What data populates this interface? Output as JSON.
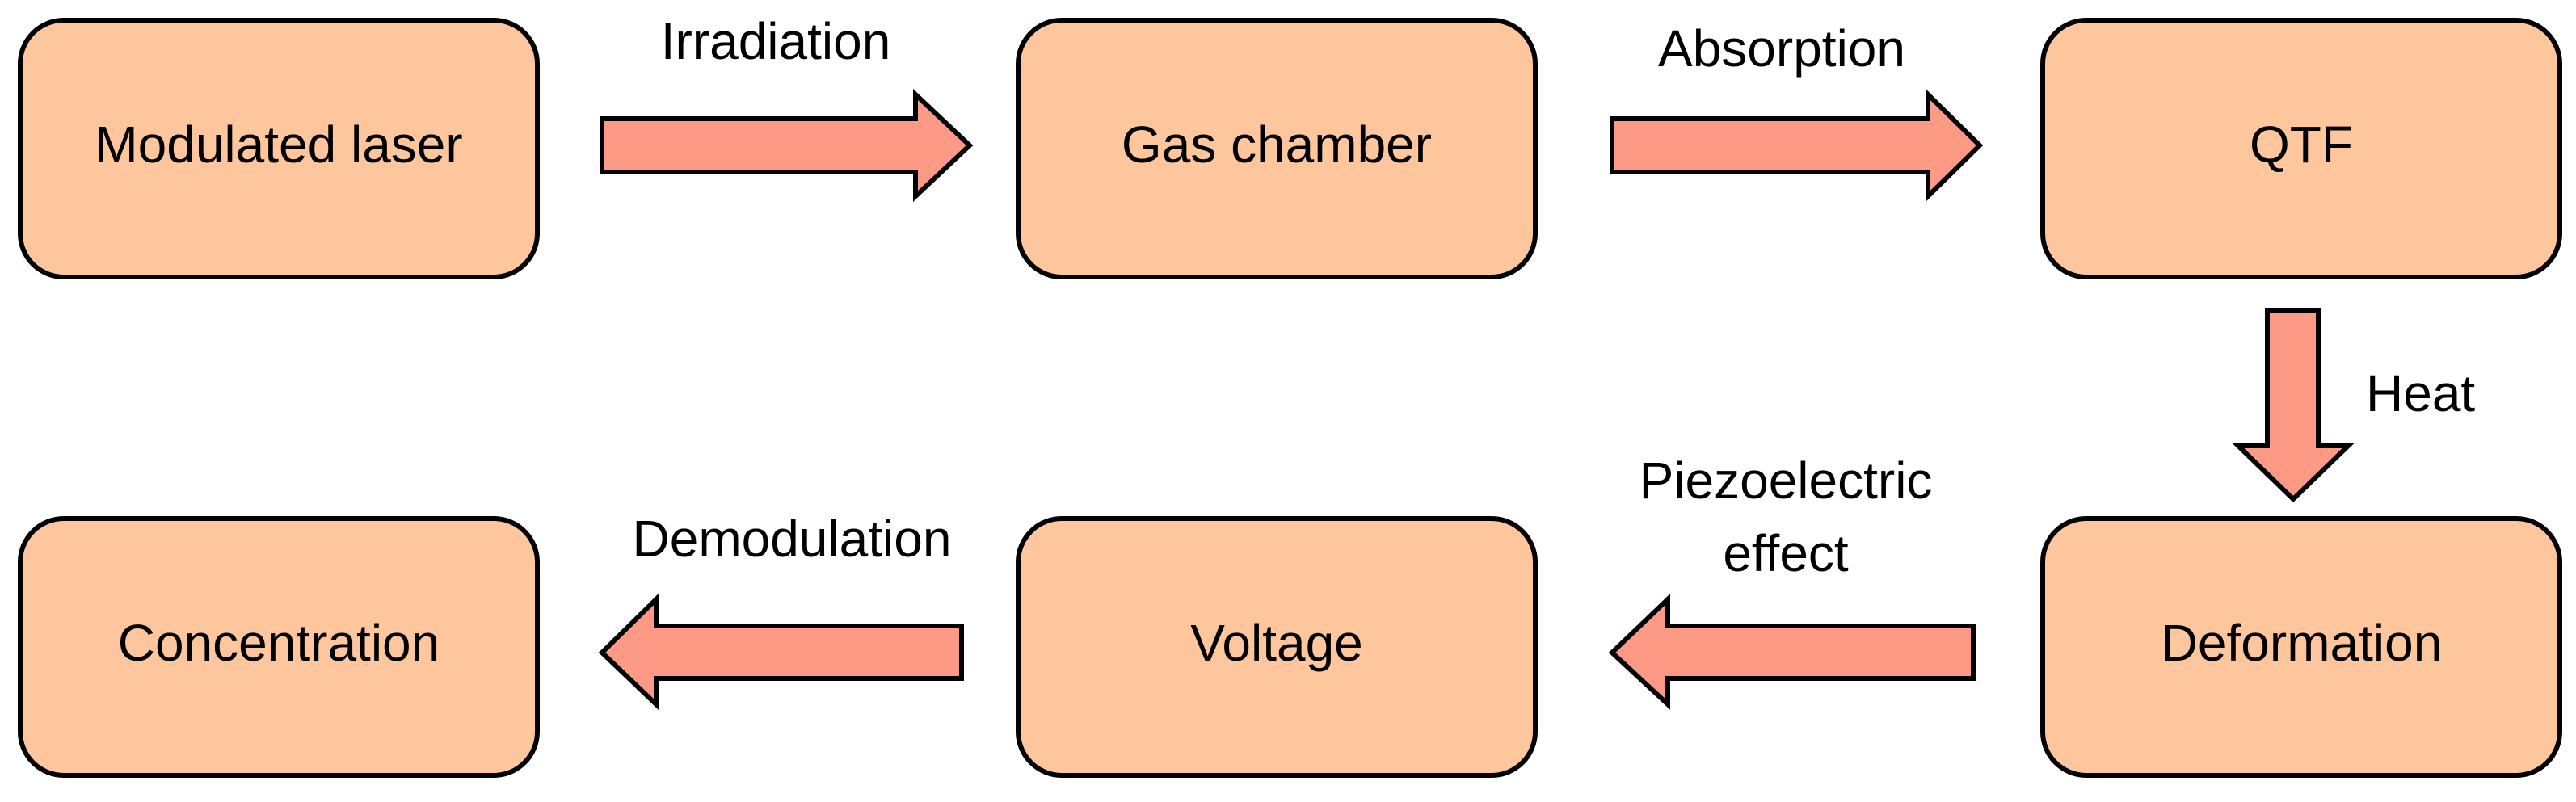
{
  "colors": {
    "node_fill": "#FDC69C",
    "arrow_fill": "#FD9A85",
    "stroke": "#000000",
    "text": "#000000",
    "background": "#FFFFFF"
  },
  "nodes": {
    "modulated_laser": "Modulated laser",
    "gas_chamber": "Gas chamber",
    "qtf": "QTF",
    "deformation": "Deformation",
    "voltage": "Voltage",
    "concentration": "Concentration"
  },
  "edges": {
    "irradiation": "Irradiation",
    "absorption": "Absorption",
    "heat": "Heat",
    "piezoelectric_line1": "Piezoelectric",
    "piezoelectric_line2": "effect",
    "demodulation": "Demodulation"
  }
}
